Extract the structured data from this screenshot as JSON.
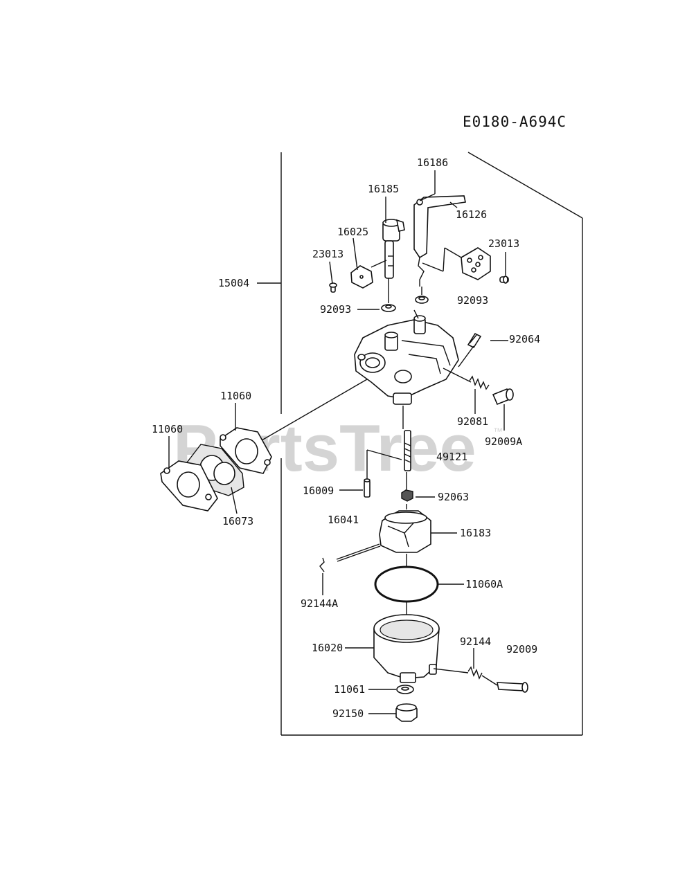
{
  "diagram_code": "E0180-A694C",
  "watermark": "PartsTree",
  "watermark_mark": "™",
  "parts": {
    "p16186": "16186",
    "p16185": "16185",
    "p16126": "16126",
    "p16025": "16025",
    "p23013_left": "23013",
    "p23013_right": "23013",
    "p15004": "15004",
    "p92093_left": "92093",
    "p92093_right": "92093",
    "p92064": "92064",
    "p11060_upper": "11060",
    "p11060_lower": "11060",
    "p92081": "92081",
    "p92009A": "92009A",
    "p49121": "49121",
    "p16073": "16073",
    "p16009": "16009",
    "p92063": "92063",
    "p16041": "16041",
    "p16183": "16183",
    "p11060A": "11060A",
    "p92144A": "92144A",
    "p92144": "92144",
    "p92009": "92009",
    "p16020": "16020",
    "p11061": "11061",
    "p92150": "92150"
  }
}
